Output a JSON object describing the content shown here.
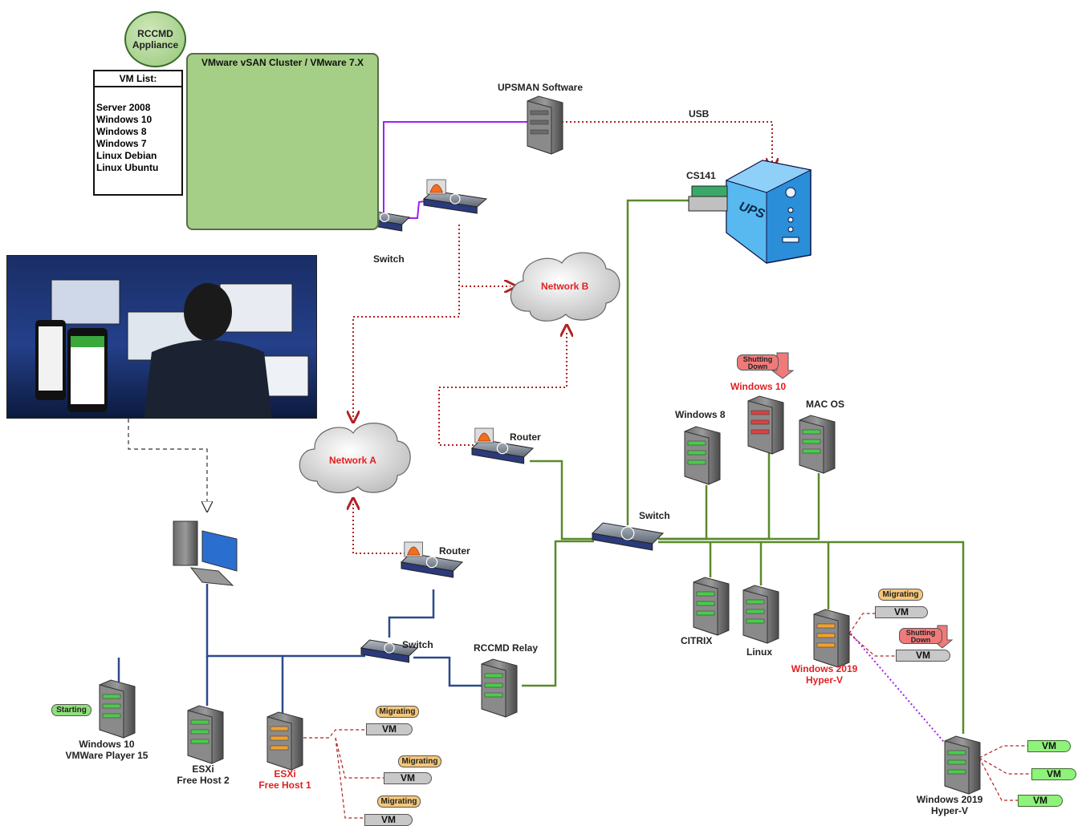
{
  "rccmd_appliance": {
    "line1": "RCCMD",
    "line2": "Appliance"
  },
  "vm_list": {
    "title": "VM List:",
    "items": [
      "Server 2008",
      "Windows 10",
      "Windows 8",
      "Windows 7",
      "Linux Debian",
      "Linux Ubuntu"
    ]
  },
  "cluster_title": "VMware vSAN Cluster / VMware 7.X",
  "labels": {
    "upsman": "UPSMAN Software",
    "usb": "USB",
    "cs141": "CS141",
    "ups": "UPS",
    "switch_top": "Switch",
    "network_b": "Network B",
    "network_a": "Network A",
    "router_mid": "Router",
    "router_low": "Router",
    "switch_main": "Switch",
    "switch_low": "Switch",
    "rccmd_relay": "RCCMD Relay",
    "windows8": "Windows 8",
    "windows10": "Windows 10",
    "macos": "MAC OS",
    "citrix": "CITRIX",
    "linux": "Linux",
    "win2019a_1": "Windows 2019",
    "win2019a_2": "Hyper-V",
    "win2019b_1": "Windows 2019",
    "win2019b_2": "Hyper-V",
    "win10vm_1": "Windows 10",
    "win10vm_2": "VMWare Player 15",
    "esxi2_1": "ESXi",
    "esxi2_2": "Free Host 2",
    "esxi1_1": "ESXi",
    "esxi1_2": "Free Host 1"
  },
  "tags": {
    "shutting_down": "Shutting Down",
    "migrating": "Migrating",
    "starting": "Starting",
    "vm": "VM"
  },
  "colors": {
    "purple_link": "#a020f0",
    "green_link": "#5a8a2a",
    "blue_link": "#2c4a8a",
    "red_dotted": "#b22222",
    "red_text": "#e02020",
    "cluster_bg": "#a5cf86"
  }
}
